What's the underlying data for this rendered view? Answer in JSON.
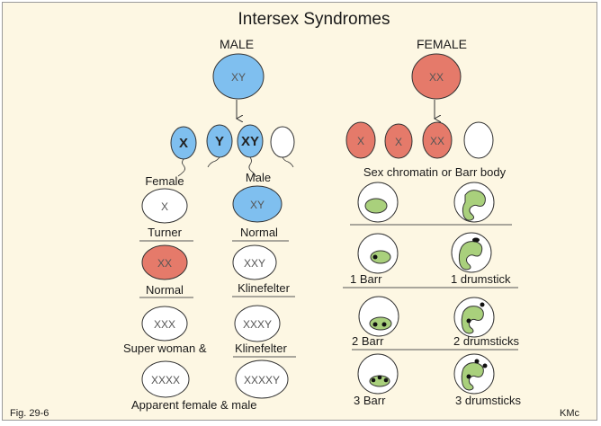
{
  "title": "Intersex  Syndromes",
  "male": {
    "header": "MALE",
    "parent": "XY",
    "gametes": [
      "X",
      "Y",
      "XY",
      ""
    ],
    "offspring_label": "Male",
    "cells": {
      "normal_male": "XY",
      "klinefelter": "XXY",
      "klinefelter2": "XXXY",
      "apparent_male": "XXXXY"
    },
    "labels": {
      "normal": "Normal",
      "klinefelter": "Klinefelter",
      "klinefelter_amp": "Klinefelter",
      "apparent": "Apparent female & male"
    }
  },
  "female": {
    "header": "FEMALE",
    "parent": "XX",
    "gametes": [
      "X",
      "X",
      "XX",
      ""
    ],
    "offspring_label": "Female",
    "cells": {
      "turner": "X",
      "normal_female": "XX",
      "super_woman": "XXX",
      "apparent_female": "XXXX"
    },
    "labels": {
      "turner": "Turner",
      "normal": "Normal",
      "super_woman": "Super woman  &"
    }
  },
  "barr": {
    "header": "Sex chromatin or Barr body",
    "rows": [
      {
        "left": "",
        "right": ""
      },
      {
        "left": "1 Barr",
        "right": "1 drumstick"
      },
      {
        "left": "2 Barr",
        "right": "2 drumsticks"
      },
      {
        "left": "3 Barr",
        "right": "3 drumsticks"
      }
    ]
  },
  "footer": {
    "fig": "Fig. 29-6",
    "author": "KMc"
  },
  "colors": {
    "background": "#fdf7e3",
    "male_blue": "#7fbfef",
    "female_red": "#e57a6a",
    "barr_green": "#a9d07c",
    "outline": "#333333"
  }
}
